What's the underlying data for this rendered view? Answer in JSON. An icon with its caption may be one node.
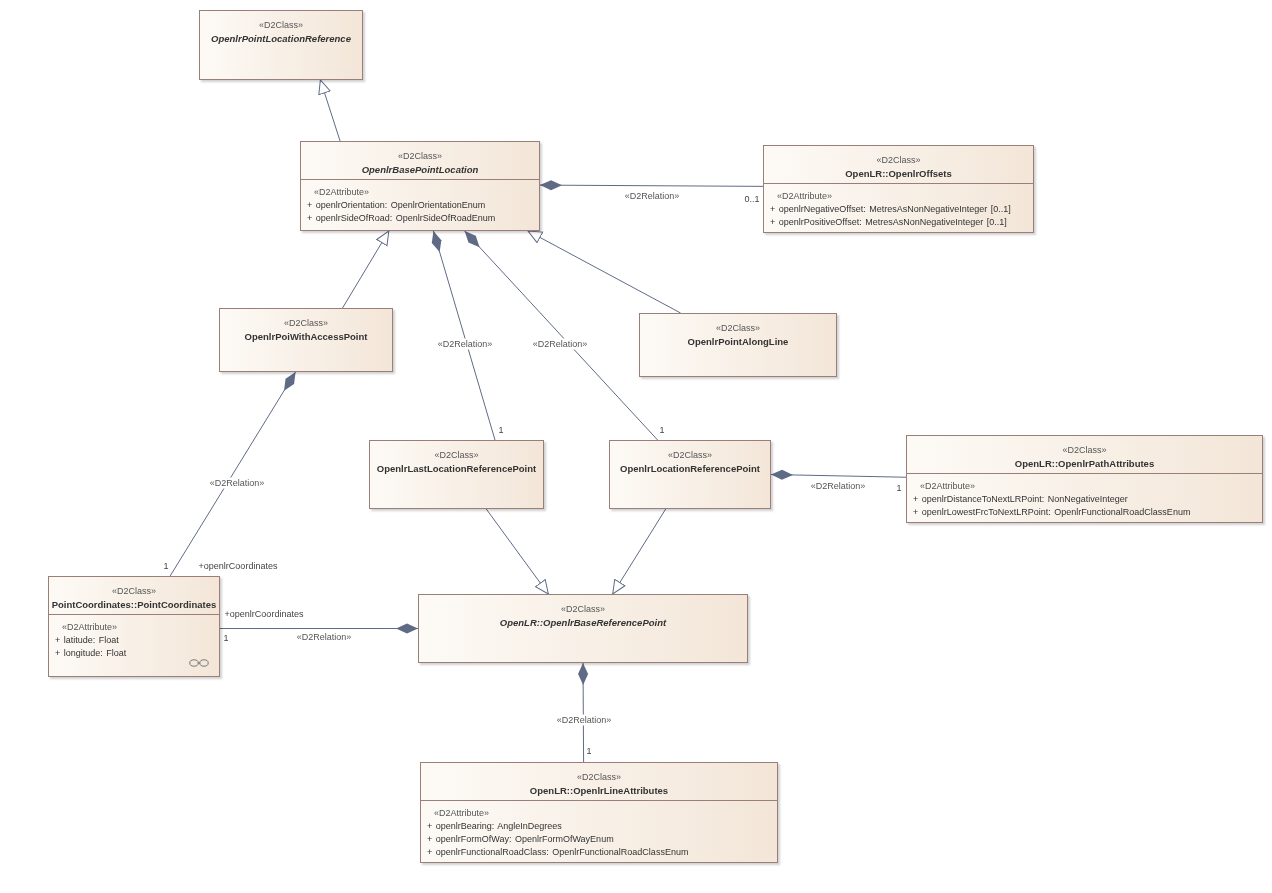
{
  "diagram": {
    "nodes": [
      {
        "text": [
          "«D2Class»",
          "OpenlrPointLocationReference"
        ]
      },
      {
        "text": [
          "«D2Class»",
          "OpenlrBasePointLocation",
          "«D2Attribute»",
          "+ openlrOrientation: OpenlrOrientationEnum",
          "+ openlrSideOfRoad: OpenlrSideOfRoadEnum"
        ]
      },
      {
        "text": [
          "«D2Class»",
          "OpenLR::OpenlrOffsets",
          "«D2Attribute»",
          "+ openlrNegativeOffset: MetresAsNonNegativeInteger [0..1]",
          "+ openlrPositiveOffset: MetresAsNonNegativeInteger [0..1]"
        ]
      },
      {
        "text": [
          "«D2Class»",
          "OpenlrPoiWithAccessPoint"
        ]
      },
      {
        "text": [
          "«D2Class»",
          "OpenlrPointAlongLine"
        ]
      },
      {
        "text": [
          "«D2Class»",
          "OpenlrLastLocationReferencePoint"
        ]
      },
      {
        "text": [
          "«D2Class»",
          "OpenlrLocationReferencePoint"
        ]
      },
      {
        "text": [
          "«D2Class»",
          "OpenLR::OpenlrPathAttributes",
          "«D2Attribute»",
          "+ openlrDistanceToNextLRPoint: NonNegativeInteger",
          "+ openlrLowestFrcToNextLRPoint: OpenlrFunctionalRoadClassEnum"
        ]
      },
      {
        "text": [
          "«D2Class»",
          "PointCoordinates::PointCoordinates",
          "«D2Attribute»",
          "+ latitude: Float",
          "+ longitude: Float"
        ]
      },
      {
        "text": [
          "«D2Class»",
          "OpenLR::OpenlrBaseReferencePoint"
        ]
      },
      {
        "text": [
          "«D2Class»",
          "OpenLR::OpenlrLineAttributes",
          "«D2Attribute»",
          "+ openlrBearing: AngleInDegrees",
          "+ openlrFormOfWay: OpenlrFormOfWayEnum",
          "+ openlrFunctionalRoadClass: OpenlrFunctionalRoadClassEnum"
        ]
      }
    ],
    "edges": [
      {
        "from": 1,
        "to": 0,
        "arrow": "to"
      },
      {
        "from": 1,
        "to": 2,
        "arrow": "other",
        "label": "«D2Relation»"
      },
      {
        "from": 3,
        "to": 1,
        "arrow": "to"
      },
      {
        "from": 4,
        "to": 1,
        "arrow": "to"
      },
      {
        "from": 1,
        "to": 5,
        "arrow": "other",
        "label": "«D2Relation»"
      },
      {
        "from": 1,
        "to": 6,
        "arrow": "other",
        "label": "«D2Relation»"
      },
      {
        "from": 6,
        "to": 7,
        "arrow": "other",
        "label": "«D2Relation»"
      },
      {
        "from": 3,
        "to": 8,
        "arrow": "other",
        "label": "«D2Relation»"
      },
      {
        "from": 5,
        "to": 9,
        "arrow": "to"
      },
      {
        "from": 6,
        "to": 9,
        "arrow": "to"
      },
      {
        "from": 9,
        "to": 8,
        "arrow": "other",
        "label": "«D2Relation»"
      },
      {
        "from": 9,
        "to": 10,
        "arrow": "other",
        "label": "«D2Relation»"
      }
    ],
    "labels": [
      "0..1",
      "1",
      "1",
      "1",
      "1",
      "+openlrCoordinates",
      "+openlrCoordinates",
      "1",
      "1"
    ]
  }
}
